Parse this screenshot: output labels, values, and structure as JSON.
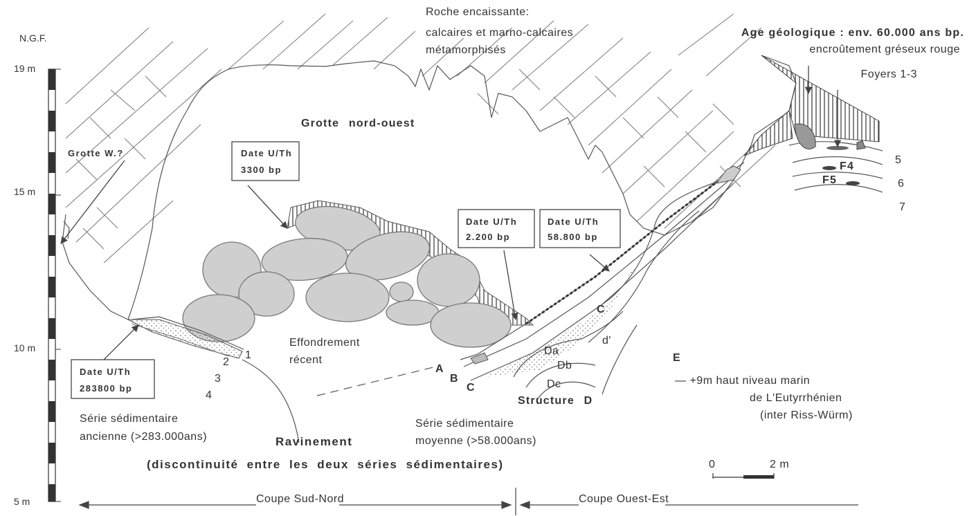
{
  "scale": {
    "unit": "N.G.F.",
    "ticks": [
      "19 m",
      "15 m",
      "10 m",
      "5 m"
    ]
  },
  "header": {
    "rock_line1": "Roche encaissante:",
    "rock_line2": "calcaires et marno-calcaires",
    "rock_line3": "métamorphisés",
    "age": "Age géologique : env. 60.000 ans bp.",
    "crust": "encroûtement gréseux rouge",
    "hearths": "Foyers 1-3"
  },
  "labels": {
    "grotte_nw": "Grotte nord-ouest",
    "grotte_w": "Grotte W.?",
    "effondrement_1": "Effondrement",
    "effondrement_2": "récent",
    "serie_ancienne_1": "Série sédimentaire",
    "serie_ancienne_2": "ancienne (>283.000ans)",
    "ravinement": "Ravinement",
    "discontinuite": "(discontinuité entre les deux séries sédimentaires)",
    "serie_moyenne_1": "Série sédimentaire",
    "serie_moyenne_2": "moyenne (>58.000ans)",
    "structure": "Structure D",
    "marine_1": "— +9m haut niveau marin",
    "marine_2": "de L'Eutyrrhénien",
    "marine_3": "(inter Riss-Würm)",
    "coupe_sn": "Coupe Sud-Nord",
    "coupe_oe": "Coupe Ouest-Est",
    "scale_0": "0",
    "scale_2": "2 m"
  },
  "layers": {
    "A": "A",
    "B": "B",
    "C1": "C",
    "C2": "C",
    "E": "E",
    "Da": "Da",
    "Db": "Db",
    "Dc": "Dc",
    "dprime": "d'",
    "l1": "1",
    "l2": "2",
    "l3": "3",
    "l4": "4",
    "l5": "5",
    "l6": "6",
    "l7": "7",
    "F4": "F4",
    "F5": "F5"
  },
  "dates": [
    {
      "title": "Date U/Th",
      "value": "3300 bp"
    },
    {
      "title": "Date U/Th",
      "value": "2.200 bp"
    },
    {
      "title": "Date U/Th",
      "value": "58.800 bp"
    },
    {
      "title": "Date U/Th",
      "value": "283800 bp"
    }
  ]
}
